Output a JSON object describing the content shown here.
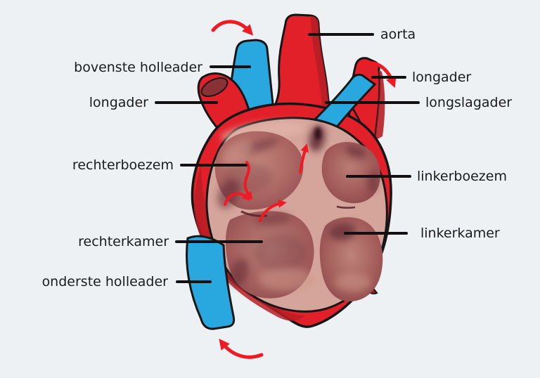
{
  "diagram": {
    "title": "heart-anatomy-cross-section",
    "language": "Dutch"
  },
  "labels": [
    {
      "id": "bovenste-holleader",
      "text": "bovenste holleader",
      "side": "left"
    },
    {
      "id": "longader-left",
      "text": "longader",
      "side": "left"
    },
    {
      "id": "rechterboezem",
      "text": "rechterboezem",
      "side": "left"
    },
    {
      "id": "rechterkamer",
      "text": "rechterkamer",
      "side": "left"
    },
    {
      "id": "onderste-holleader",
      "text": "onderste holleader",
      "side": "left"
    },
    {
      "id": "aorta",
      "text": "aorta",
      "side": "right"
    },
    {
      "id": "longader-right",
      "text": "longader",
      "side": "right"
    },
    {
      "id": "longslagader",
      "text": "longslagader",
      "side": "right"
    },
    {
      "id": "linkerboezem",
      "text": "linkerboezem",
      "side": "right"
    },
    {
      "id": "linkerkamer",
      "text": "linkerkamer",
      "side": "right"
    }
  ],
  "flow_arrows": [
    "flow-arrow-top-left-into-vena-cava",
    "flow-arrow-top-right-out-of-heart",
    "flow-arrow-bottom-into-inferior-vena-cava",
    "flow-arrow-right-atrium-down",
    "flow-arrow-through-tricuspid-valve",
    "flow-arrow-up-septum",
    "flow-arrow-right-ventricle-up"
  ],
  "palette": {
    "background": "#edf1f4",
    "artery_red": "#e2202a",
    "artery_red_dark": "#b81e25",
    "vein_blue": "#29a8e0",
    "outline_black": "#161616",
    "wall_pink": "#d5a49a",
    "chamber_mauve": "#a85f5d",
    "chamber_dark": "#5c2831",
    "flow_arrow_red": "#ee1b24",
    "label_text": "#1b1b1b",
    "leader_line": "#111111"
  }
}
